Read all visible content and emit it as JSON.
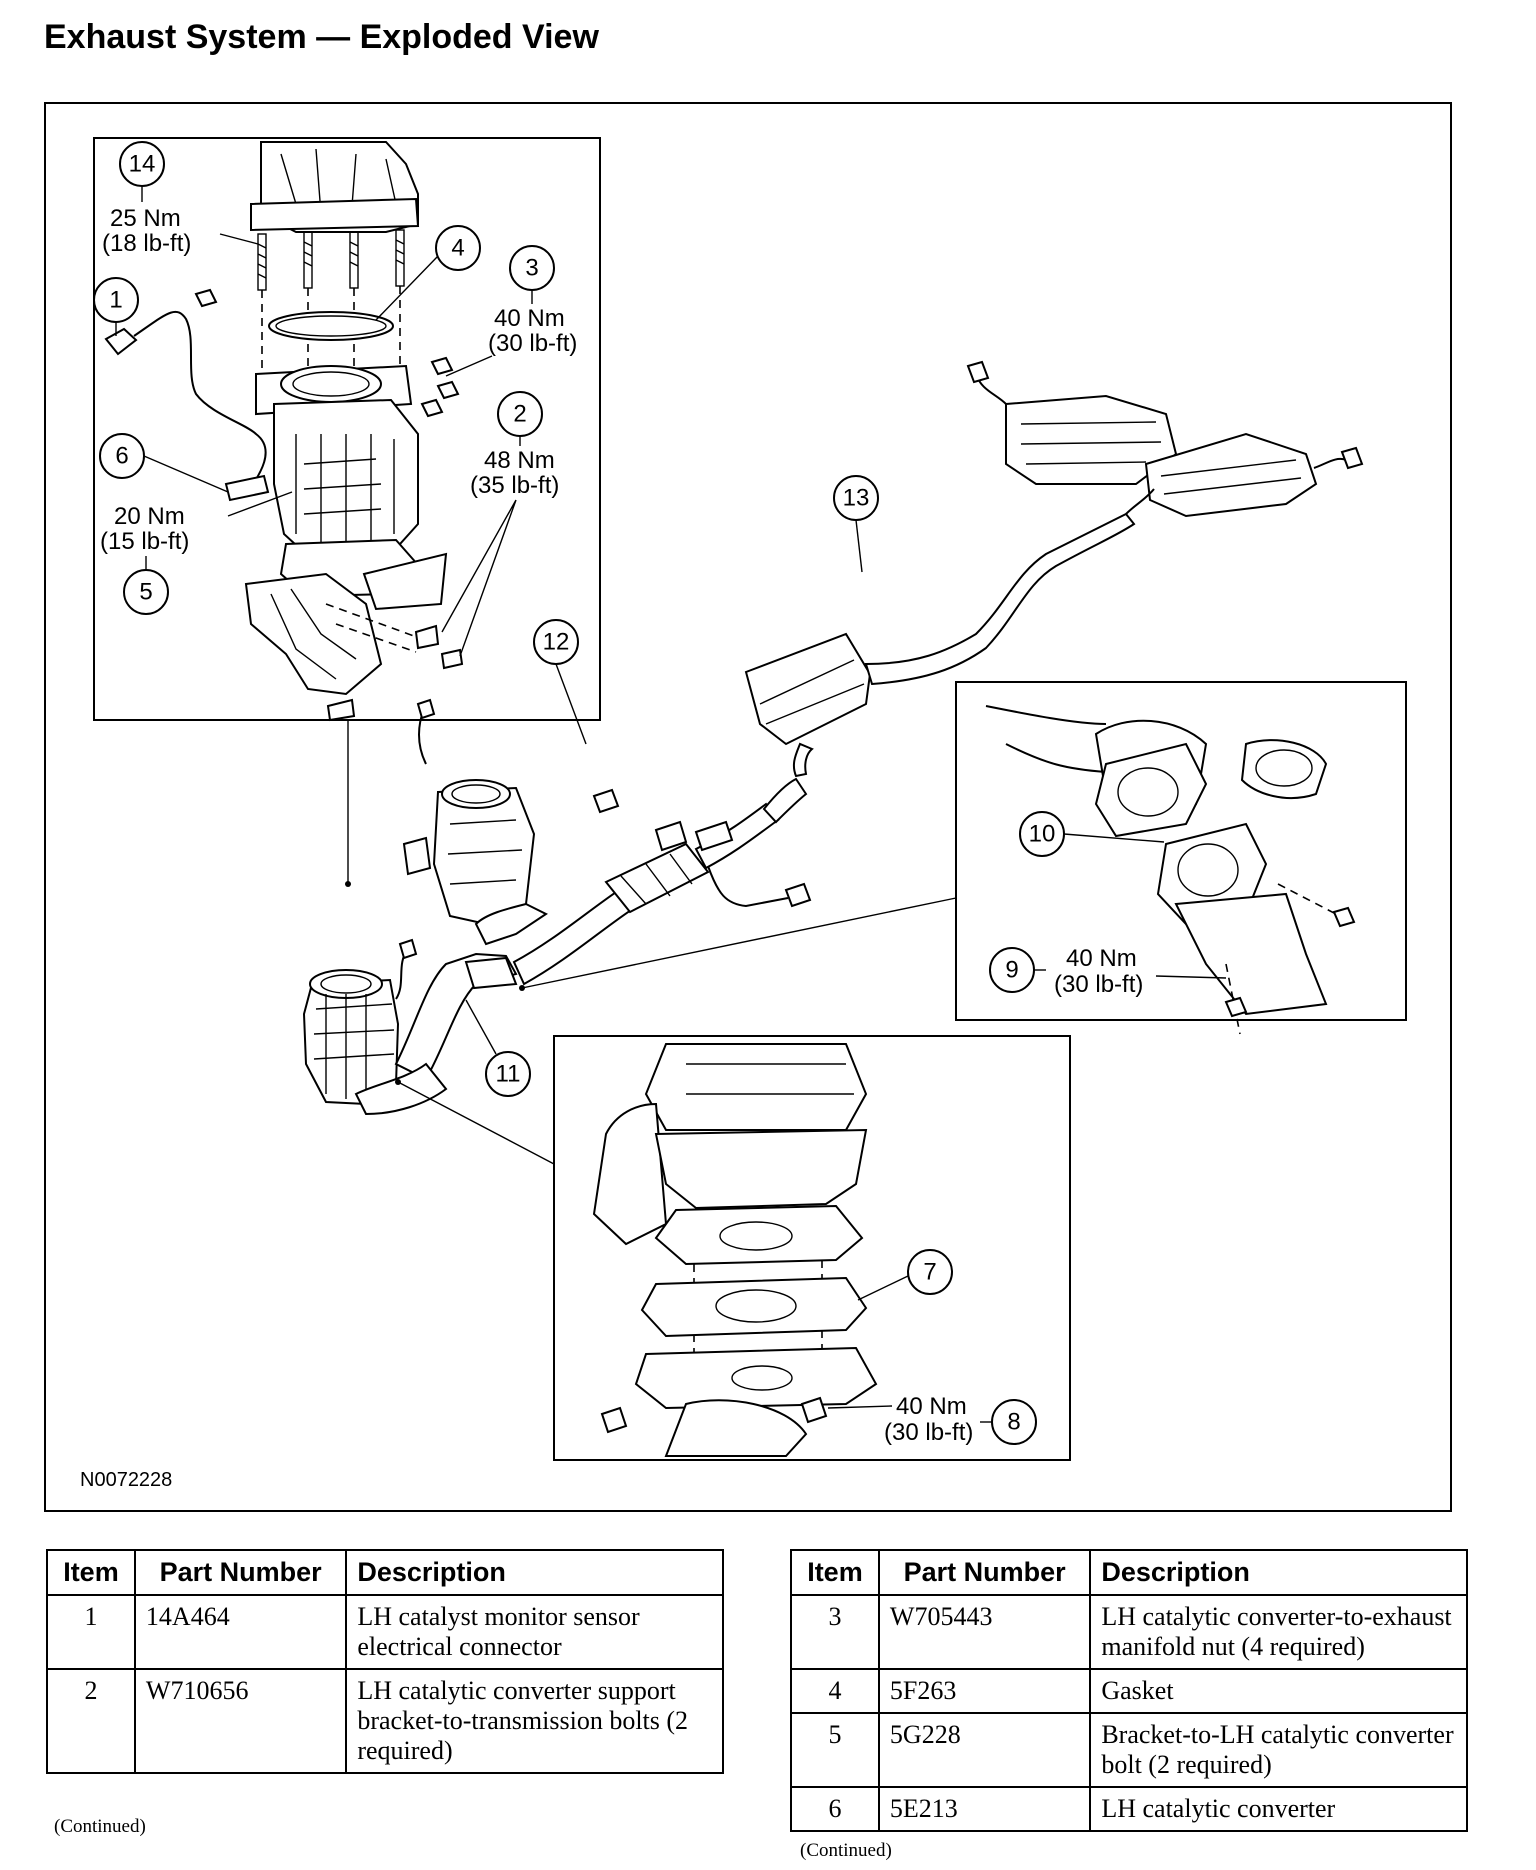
{
  "page_title": "Exhaust System — Exploded View",
  "figure": {
    "figure_id": "N0072228",
    "callouts": {
      "c1": "1",
      "c2": "2",
      "c3": "3",
      "c4": "4",
      "c5": "5",
      "c6": "6",
      "c7": "7",
      "c8": "8",
      "c9": "9",
      "c10": "10",
      "c11": "11",
      "c12": "12",
      "c13": "13",
      "c14": "14"
    },
    "torques": {
      "t14_nm": "25 Nm",
      "t14_lbft": "(18 lb-ft)",
      "t3_nm": "40 Nm",
      "t3_lbft": "(30 lb-ft)",
      "t2_nm": "48 Nm",
      "t2_lbft": "(35 lb-ft)",
      "t5_nm": "20 Nm",
      "t5_lbft": "(15 lb-ft)",
      "t9_nm": "40 Nm",
      "t9_lbft": "(30 lb-ft)",
      "t8_nm": "40 Nm",
      "t8_lbft": "(30 lb-ft)"
    }
  },
  "table_left": {
    "headers": {
      "item": "Item",
      "part_number": "Part Number",
      "description": "Description"
    },
    "rows": [
      {
        "item": "1",
        "part_number": "14A464",
        "description": "LH catalyst monitor sensor electrical connector"
      },
      {
        "item": "2",
        "part_number": "W710656",
        "description": "LH catalytic converter support bracket-to-transmission bolts (2 required)"
      }
    ],
    "continued": "(Continued)"
  },
  "table_right": {
    "headers": {
      "item": "Item",
      "part_number": "Part Number",
      "description": "Description"
    },
    "rows": [
      {
        "item": "3",
        "part_number": "W705443",
        "description": "LH catalytic converter-to-exhaust manifold nut (4 required)"
      },
      {
        "item": "4",
        "part_number": "5F263",
        "description": "Gasket"
      },
      {
        "item": "5",
        "part_number": "5G228",
        "description": "Bracket-to-LH catalytic converter bolt (2 required)"
      },
      {
        "item": "6",
        "part_number": "5E213",
        "description": "LH catalytic converter"
      }
    ],
    "continued": "(Continued)"
  }
}
